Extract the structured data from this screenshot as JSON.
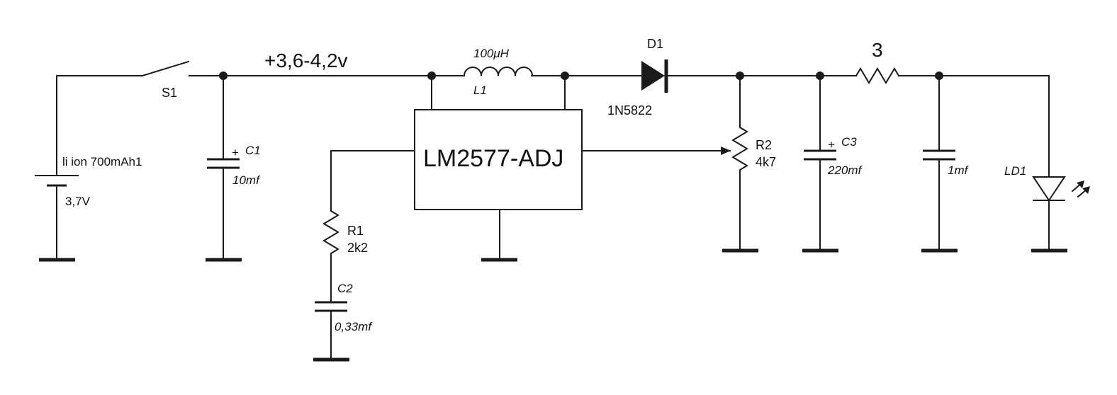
{
  "net": {
    "supply_label": "+3,6-4,2v"
  },
  "battery": {
    "ref": "li ion 700mAh1",
    "value": "3,7V"
  },
  "switch": {
    "ref": "S1"
  },
  "c1": {
    "ref": "C1",
    "value": "10mf",
    "polarity": "+"
  },
  "l1": {
    "ref": "L1",
    "value": "100μH"
  },
  "d1": {
    "ref": "D1",
    "value": "1N5822"
  },
  "ic": {
    "ref": "LM2577-ADJ"
  },
  "r1": {
    "ref": "R1",
    "value": "2k2"
  },
  "c2": {
    "ref": "C2",
    "value": "0,33mf"
  },
  "r2": {
    "ref": "R2",
    "value": "4k7"
  },
  "c3": {
    "ref": "C3",
    "value": "220mf",
    "polarity": "+"
  },
  "r3": {
    "value": "3"
  },
  "c4": {
    "value": "1mf"
  },
  "ld1": {
    "ref": "LD1"
  }
}
